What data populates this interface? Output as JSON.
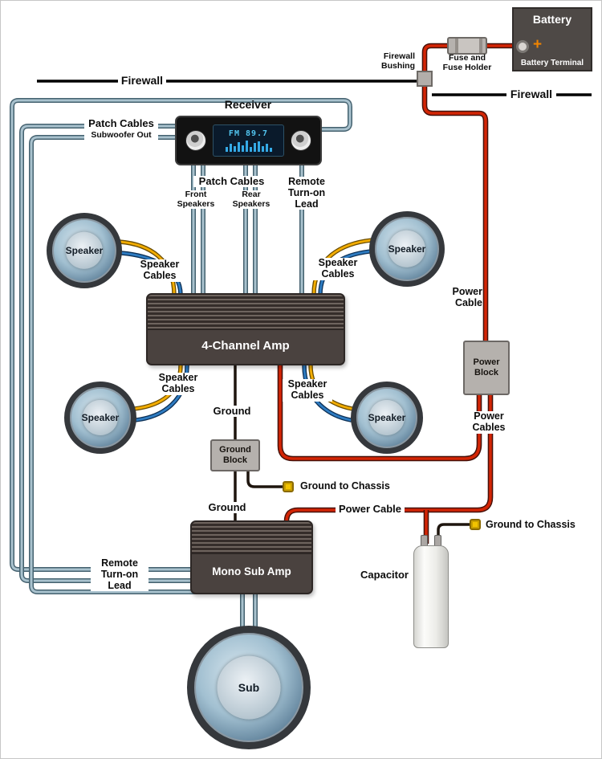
{
  "colors": {
    "power_cable_red": "#d32505",
    "patch_cable_blue_gray": "#a9c2ce",
    "speaker_cable_yellow": "#f3ad00",
    "speaker_cable_blue": "#2e7cc2",
    "ground_wire_black": "#1e150e",
    "component_dark": "#4a423f",
    "block_gray": "#b5b1ad"
  },
  "labels": {
    "firewall": "Firewall",
    "firewall_bushing": "Firewall Bushing",
    "fuse_holder": "Fuse and Fuse Holder",
    "battery": "Battery",
    "battery_plus": "+",
    "battery_terminal": "Battery Terminal",
    "receiver": "Receiver",
    "patch_cables": "Patch Cables",
    "subwoofer_out": "Subwoofer Out",
    "front_speakers": "Front Speakers",
    "rear_speakers": "Rear Speakers",
    "remote_turn_on_lead": "Remote Turn-on Lead",
    "speaker": "Speaker",
    "speaker_cables": "Speaker Cables",
    "four_channel_amp": "4-Channel Amp",
    "power_cable": "Power Cable",
    "power_block": "Power Block",
    "power_cables": "Power Cables",
    "ground": "Ground",
    "ground_block": "Ground Block",
    "ground_to_chassis": "Ground to Chassis",
    "mono_sub_amp": "Mono Sub Amp",
    "capacitor": "Capacitor",
    "sub": "Sub"
  },
  "receiver": {
    "display_freq": "FM 89.7",
    "eq_bars": [
      6,
      10,
      7,
      12,
      8,
      14,
      6,
      11,
      13,
      7,
      10,
      5
    ]
  }
}
